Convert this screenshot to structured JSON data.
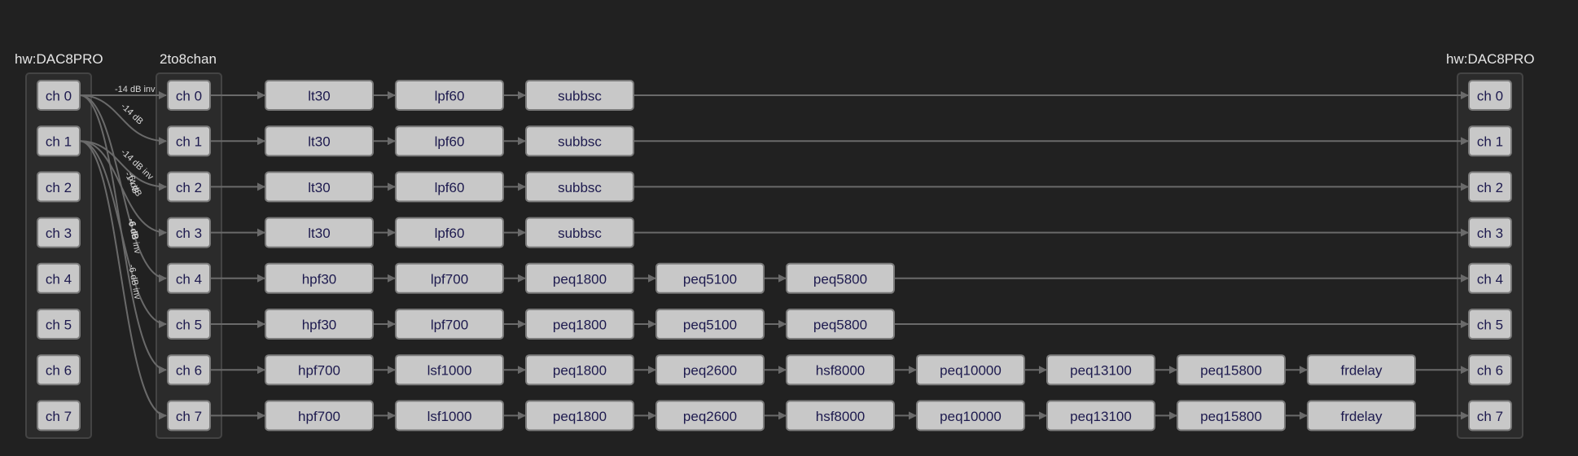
{
  "groups": {
    "input": {
      "title": "hw:DAC8PRO",
      "channels": [
        "ch 0",
        "ch 1",
        "ch 2",
        "ch 3",
        "ch 4",
        "ch 5",
        "ch 6",
        "ch 7"
      ]
    },
    "mixer": {
      "title": "2to8chan",
      "channels": [
        "ch 0",
        "ch 1",
        "ch 2",
        "ch 3",
        "ch 4",
        "ch 5",
        "ch 6",
        "ch 7"
      ]
    },
    "output": {
      "title": "hw:DAC8PRO",
      "channels": [
        "ch 0",
        "ch 1",
        "ch 2",
        "ch 3",
        "ch 4",
        "ch 5",
        "ch 6",
        "ch 7"
      ]
    }
  },
  "mixer_edges": [
    {
      "from": 0,
      "to": 0,
      "label": "-14 dB inv"
    },
    {
      "from": 0,
      "to": 1,
      "label": "-14 dB"
    },
    {
      "from": 1,
      "to": 2,
      "label": "-14 dB inv"
    },
    {
      "from": 1,
      "to": 3,
      "label": "-14 dB"
    },
    {
      "from": 0,
      "to": 4,
      "label": "-6 dB"
    },
    {
      "from": 1,
      "to": 5,
      "label": "-6 dB"
    },
    {
      "from": 0,
      "to": 6,
      "label": "-6 dB inv"
    },
    {
      "from": 1,
      "to": 7,
      "label": "-6 dB inv"
    }
  ],
  "pipelines": [
    [
      "lt30",
      "lpf60",
      "subbsc"
    ],
    [
      "lt30",
      "lpf60",
      "subbsc"
    ],
    [
      "lt30",
      "lpf60",
      "subbsc"
    ],
    [
      "lt30",
      "lpf60",
      "subbsc"
    ],
    [
      "hpf30",
      "lpf700",
      "peq1800",
      "peq5100",
      "peq5800"
    ],
    [
      "hpf30",
      "lpf700",
      "peq1800",
      "peq5100",
      "peq5800"
    ],
    [
      "hpf700",
      "lsf1000",
      "peq1800",
      "peq2600",
      "hsf8000",
      "peq10000",
      "peq13100",
      "peq15800",
      "frdelay"
    ],
    [
      "hpf700",
      "lsf1000",
      "peq1800",
      "peq2600",
      "hsf8000",
      "peq10000",
      "peq13100",
      "peq15800",
      "frdelay"
    ]
  ],
  "colors": {
    "background": "#212121",
    "node_fill": "#c8c8c8",
    "node_text": "#1d1a4e",
    "edge": "#6a6a6a"
  }
}
